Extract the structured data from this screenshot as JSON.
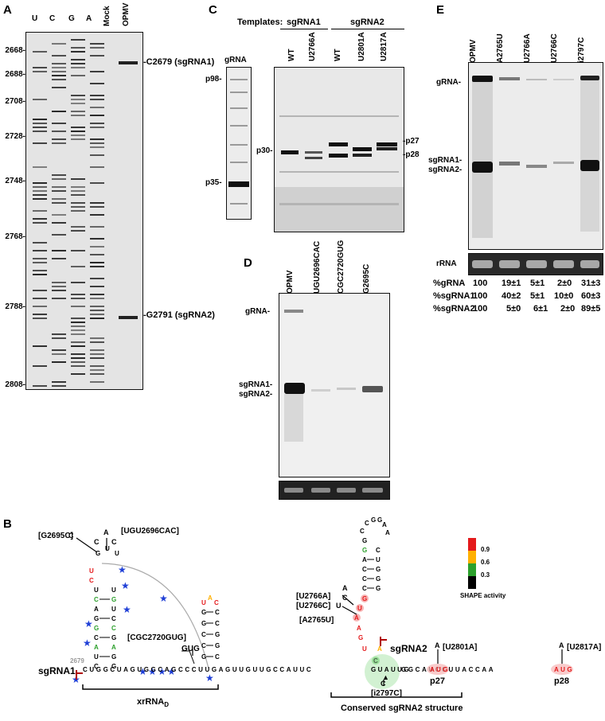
{
  "panelA": {
    "label": "A",
    "lanes": [
      "U",
      "C",
      "G",
      "A",
      "Mock",
      "OPMV"
    ],
    "ticks": [
      "2668-",
      "2688-",
      "2708-",
      "2728-",
      "2748-",
      "2768-",
      "2788-",
      "2808-"
    ],
    "band1": "-C2679 (sgRNA1)",
    "band2": "-G2791 (sgRNA2)"
  },
  "panelC": {
    "label": "C",
    "templates": "Templates:",
    "group1": "sgRNA1",
    "group2": "sgRNA2",
    "gRNA": "gRNA",
    "lanes": [
      "WT",
      "U2766A",
      "WT",
      "U2801A",
      "U2817A"
    ],
    "left_bands": [
      "p98-",
      "p35-"
    ],
    "p30": "p30-",
    "p27": "-p27",
    "p28": "-p28"
  },
  "panelD": {
    "label": "D",
    "lanes": [
      "OPMV",
      "UGU2696CAC",
      "CGC2720GUG",
      "G2695C"
    ],
    "gRNA": "gRNA-",
    "sg1": "sgRNA1-",
    "sg2": "sgRNA2-"
  },
  "panelE": {
    "label": "E",
    "lanes": [
      "OPMV",
      "A2765U",
      "U2766A",
      "U2766C",
      "i2797C"
    ],
    "gRNA": "gRNA-",
    "sg1": "sgRNA1-",
    "sg2": "sgRNA2-",
    "rRNA": "rRNA",
    "rows": [
      {
        "name": "%gRNA",
        "values": [
          "100",
          "19±1",
          "5±1",
          "2±0",
          "31±3"
        ]
      },
      {
        "name": "%sgRNA1",
        "values": [
          "100",
          "40±2",
          "5±1",
          "10±0",
          "60±3"
        ]
      },
      {
        "name": "%sgRNA2",
        "values": [
          "100",
          "5±0",
          "6±1",
          "2±0",
          "89±5"
        ]
      }
    ]
  },
  "panelB": {
    "label": "B",
    "sgRNA1": "sgRNA1",
    "sgRNA2": "sgRNA2",
    "xrRNA": "xrRNA",
    "xrRNA_sub": "D",
    "conserved": "Conserved sgRNA2 structure",
    "mut_ugu": "[UGU2696CAC]",
    "mut_g2695c": "[G2695C]",
    "mut_cgc": "[CGC2720GUG]",
    "gug": "GUG",
    "mut_u2766a": "[U2766A]",
    "mut_u2766c": "[U2766C]",
    "mut_a2765u": "[A2765U]",
    "mut_u2801a": "[U2801A]",
    "mut_u2817a": "[U2817A]",
    "mut_i2797c": "[i2797C]",
    "p27": "p27",
    "p28": "p28",
    "pos2679": "2679",
    "legend_title": "SHAPE activity",
    "legend_values": [
      "0.9",
      "0.6",
      "0.3"
    ],
    "legend_colors": [
      "#e41a1c",
      "#ffb000",
      "#2ca02c",
      "#000000"
    ],
    "seq_main": "CUGGCUAGUGGCAGCCCUUGAGUUGUUGCCAUUC",
    "seq_tail": "GGCAUCCUUACCAA"
  }
}
